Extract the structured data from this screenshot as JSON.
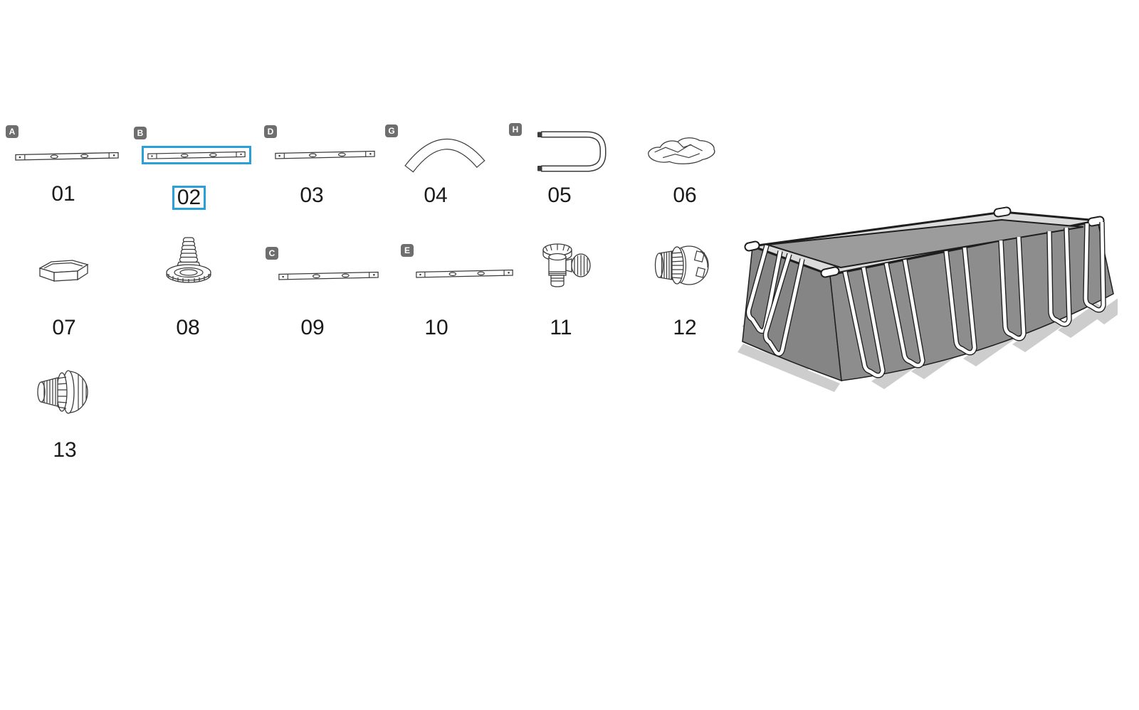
{
  "colors": {
    "background": "#ffffff",
    "highlight_blue": "#29A0D9",
    "badge_bg": "#6e6e6e",
    "badge_text": "#ffffff",
    "number_text": "#1a1a1a",
    "line_art": "#3b3b3b",
    "pool_wall": "#8d8d8d",
    "pool_wall_left": "#858585",
    "pool_water": "#9c9c9c",
    "pool_rim": "#dbdbdb",
    "pool_shadow": "#cdcdcd",
    "pool_outline": "#1e1e1e"
  },
  "diagram": {
    "selected_part": "02",
    "parts": [
      {
        "number": "01",
        "letter": "A",
        "shape": "top-rail-beam",
        "highlighted": false
      },
      {
        "number": "02",
        "letter": "B",
        "shape": "top-rail-beam",
        "highlighted": true
      },
      {
        "number": "03",
        "letter": "D",
        "shape": "top-rail-beam",
        "highlighted": false
      },
      {
        "number": "04",
        "letter": "G",
        "shape": "curved-corner-tube",
        "highlighted": false
      },
      {
        "number": "05",
        "letter": "H",
        "shape": "u-shaped-leg-tube",
        "highlighted": false
      },
      {
        "number": "06",
        "letter": "",
        "shape": "fabric-cover",
        "highlighted": false
      },
      {
        "number": "07",
        "letter": "",
        "shape": "hex-cap",
        "highlighted": false
      },
      {
        "number": "08",
        "letter": "",
        "shape": "drain-valve-cap",
        "highlighted": false
      },
      {
        "number": "09",
        "letter": "C",
        "shape": "top-rail-beam",
        "highlighted": false
      },
      {
        "number": "10",
        "letter": "E",
        "shape": "top-rail-beam",
        "highlighted": false
      },
      {
        "number": "11",
        "letter": "",
        "shape": "control-valve",
        "highlighted": false
      },
      {
        "number": "12",
        "letter": "",
        "shape": "strainer-connector",
        "highlighted": false
      },
      {
        "number": "13",
        "letter": "",
        "shape": "inlet-jet-connector",
        "highlighted": false
      }
    ],
    "pool_illustration": "rectangular-frame-pool"
  }
}
